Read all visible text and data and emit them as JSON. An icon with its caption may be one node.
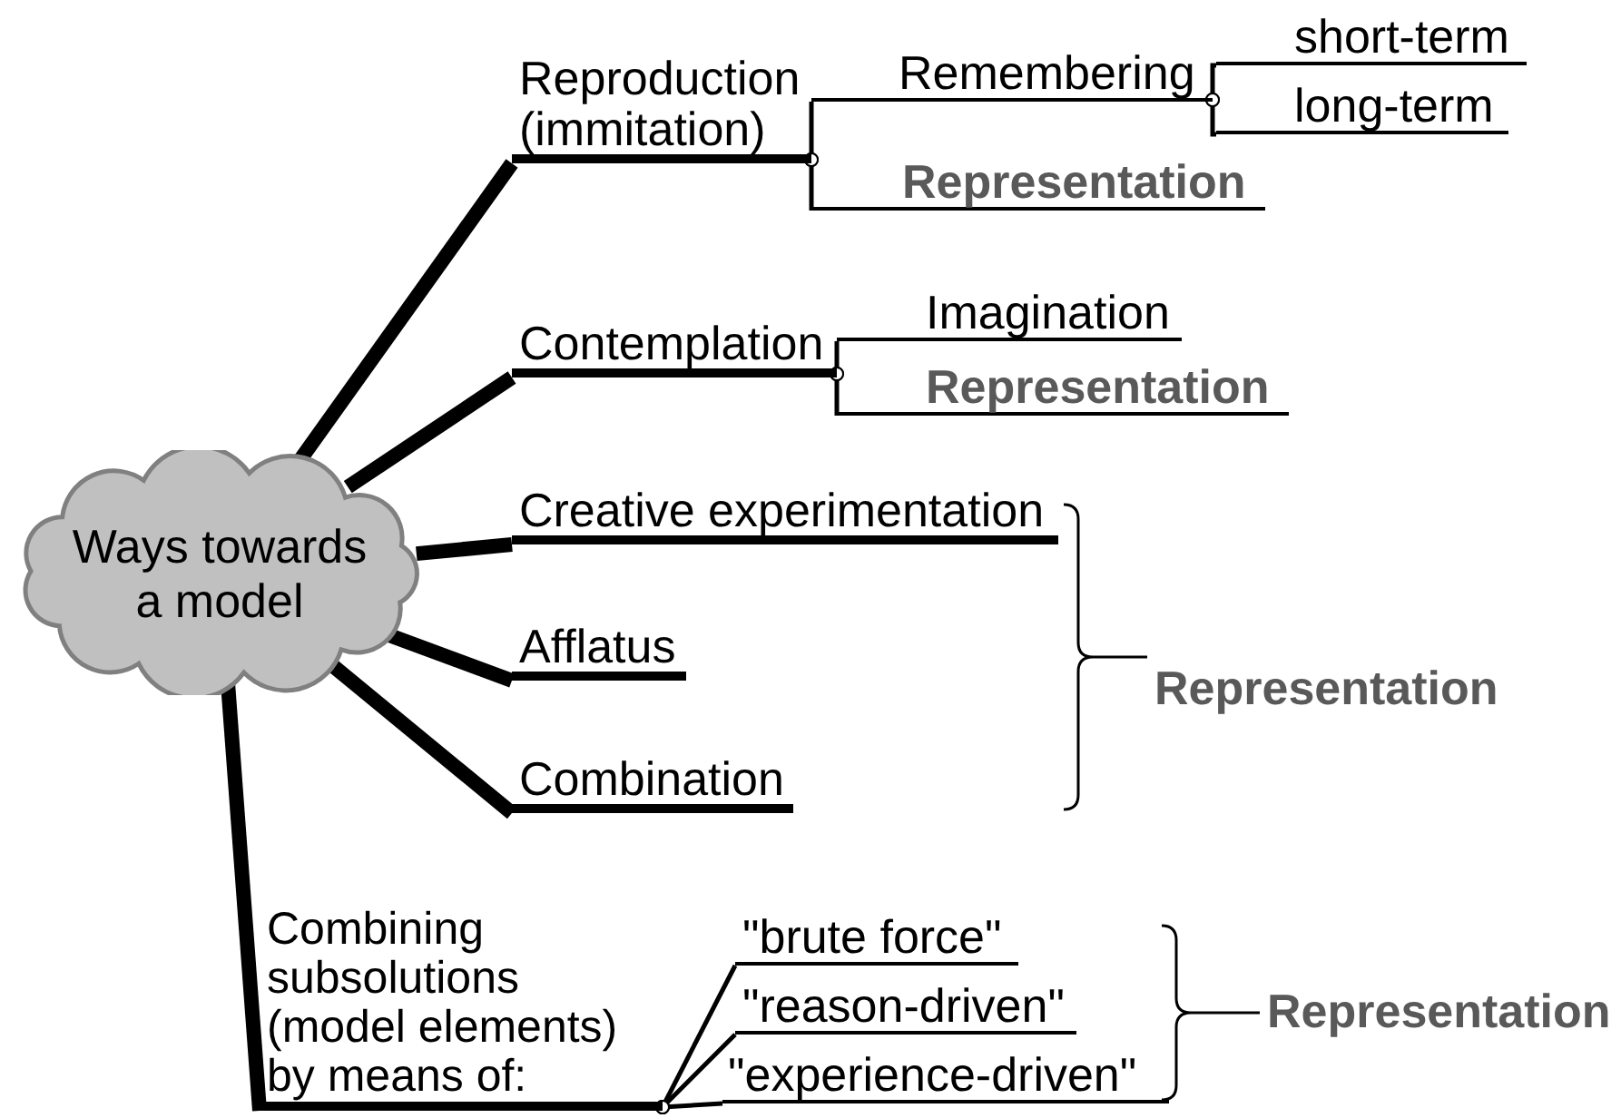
{
  "diagram": {
    "nodes": [
      {
        "text": [
          "Ways towards a model"
        ]
      },
      {
        "text": [
          "Reproduction (immitation)"
        ]
      },
      {
        "text": [
          "Remembering"
        ]
      },
      {
        "text": [
          "short-term"
        ]
      },
      {
        "text": [
          "long-term"
        ]
      },
      {
        "text": [
          "Representation"
        ]
      },
      {
        "text": [
          "Contemplation"
        ]
      },
      {
        "text": [
          "Imagination"
        ]
      },
      {
        "text": [
          "Representation"
        ]
      },
      {
        "text": [
          "Creative experimentation"
        ]
      },
      {
        "text": [
          "Afflatus"
        ]
      },
      {
        "text": [
          "Combination"
        ]
      },
      {
        "text": [
          "Combining subsolutions (model elements) by means of:"
        ]
      },
      {
        "text": [
          "\"brute force\""
        ]
      },
      {
        "text": [
          "\"reason-driven\""
        ]
      },
      {
        "text": [
          "\"experience-driven\""
        ]
      }
    ],
    "edges": [
      {
        "from": 0,
        "to": 1,
        "arrow": "none",
        "style": "thick"
      },
      {
        "from": 1,
        "to": 2,
        "arrow": "other"
      },
      {
        "from": 1,
        "to": 5,
        "arrow": "other"
      },
      {
        "from": 2,
        "to": 3,
        "arrow": "other"
      },
      {
        "from": 2,
        "to": 4,
        "arrow": "other"
      },
      {
        "from": 0,
        "to": 6,
        "arrow": "none",
        "style": "thick"
      },
      {
        "from": 6,
        "to": 7,
        "arrow": "other"
      },
      {
        "from": 6,
        "to": 8,
        "arrow": "other"
      },
      {
        "from": 0,
        "to": 9,
        "arrow": "none",
        "style": "thick"
      },
      {
        "from": 0,
        "to": 10,
        "arrow": "none",
        "style": "thick"
      },
      {
        "from": 0,
        "to": 11,
        "arrow": "none",
        "style": "thick"
      },
      {
        "from": 0,
        "to": 12,
        "arrow": "none",
        "style": "thick"
      },
      {
        "from": 12,
        "to": 13,
        "arrow": "other"
      },
      {
        "from": 12,
        "to": 14,
        "arrow": "other"
      },
      {
        "from": 12,
        "to": 15,
        "arrow": "other"
      }
    ],
    "labels": [
      "Representation",
      "Representation"
    ]
  }
}
